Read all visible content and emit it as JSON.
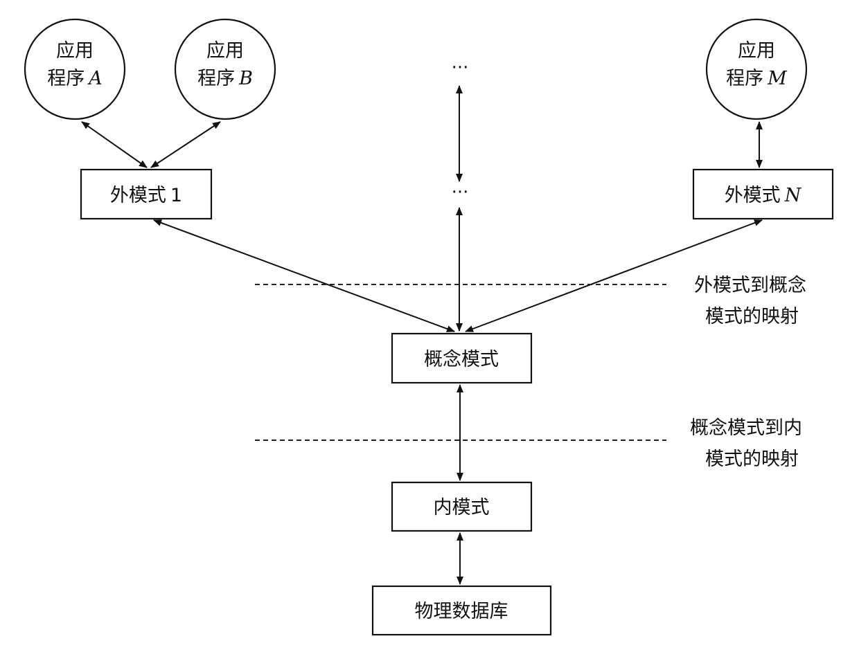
{
  "apps": [
    {
      "line1": "应用",
      "line2": "程序",
      "letter": "A"
    },
    {
      "line1": "应用",
      "line2": "程序",
      "letter": "B"
    },
    {
      "line1": "应用",
      "line2": "程序",
      "letter": "M"
    }
  ],
  "external_schemas": [
    {
      "label": "外模式",
      "suffix": "1"
    },
    {
      "label": "外模式",
      "suffix": "N"
    }
  ],
  "ellipsis_top": "···",
  "ellipsis_mid": "···",
  "conceptual_schema": "概念模式",
  "internal_schema": "内模式",
  "physical_db": "物理数据库",
  "mapping_ext_concept": {
    "line1": "外模式到概念",
    "line2": "模式的映射"
  },
  "mapping_concept_internal": {
    "line1": "概念模式到内",
    "line2": "模式的映射"
  }
}
